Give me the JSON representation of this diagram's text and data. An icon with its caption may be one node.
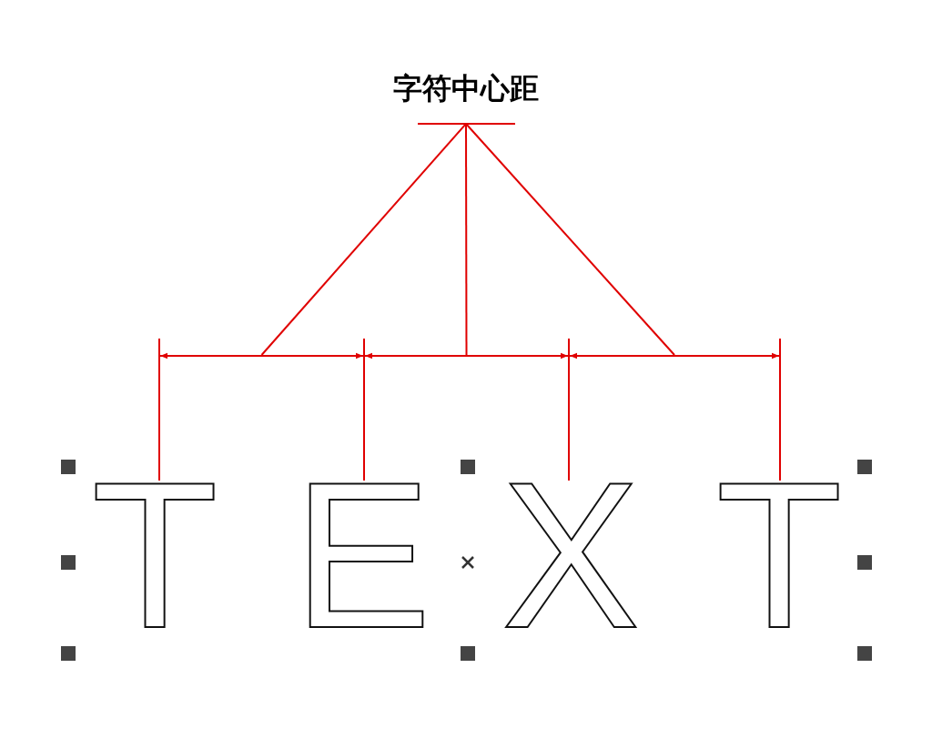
{
  "diagram": {
    "nodes": [
      {
        "text": [
          "字符中心距"
        ]
      },
      {
        "text": [],
        "shape": "line"
      },
      {
        "text": [],
        "shape": "line"
      },
      {
        "text": [],
        "shape": "line"
      }
    ],
    "edges": [
      {
        "from": 0,
        "to": 1,
        "arrow": "none"
      },
      {
        "from": 0,
        "to": 2,
        "arrow": "none"
      },
      {
        "from": 0,
        "to": 3,
        "arrow": "none"
      }
    ],
    "labels": [
      "T",
      "E",
      "X",
      "T"
    ]
  }
}
